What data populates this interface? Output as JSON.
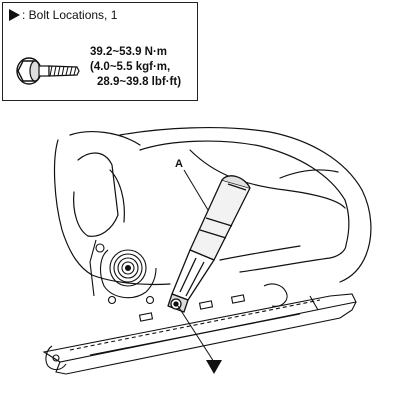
{
  "legend": {
    "title": ": Bolt Locations, 1",
    "icon": "bolt-icon",
    "torque_line_1": "39.2~53.9 N·m",
    "torque_line_2": "(4.0~5.5 kgf·m,",
    "torque_line_3": "28.9~39.8 lbf·ft)"
  },
  "callouts": {
    "part_label": "A",
    "bolt_marker": "triangle-marker"
  }
}
